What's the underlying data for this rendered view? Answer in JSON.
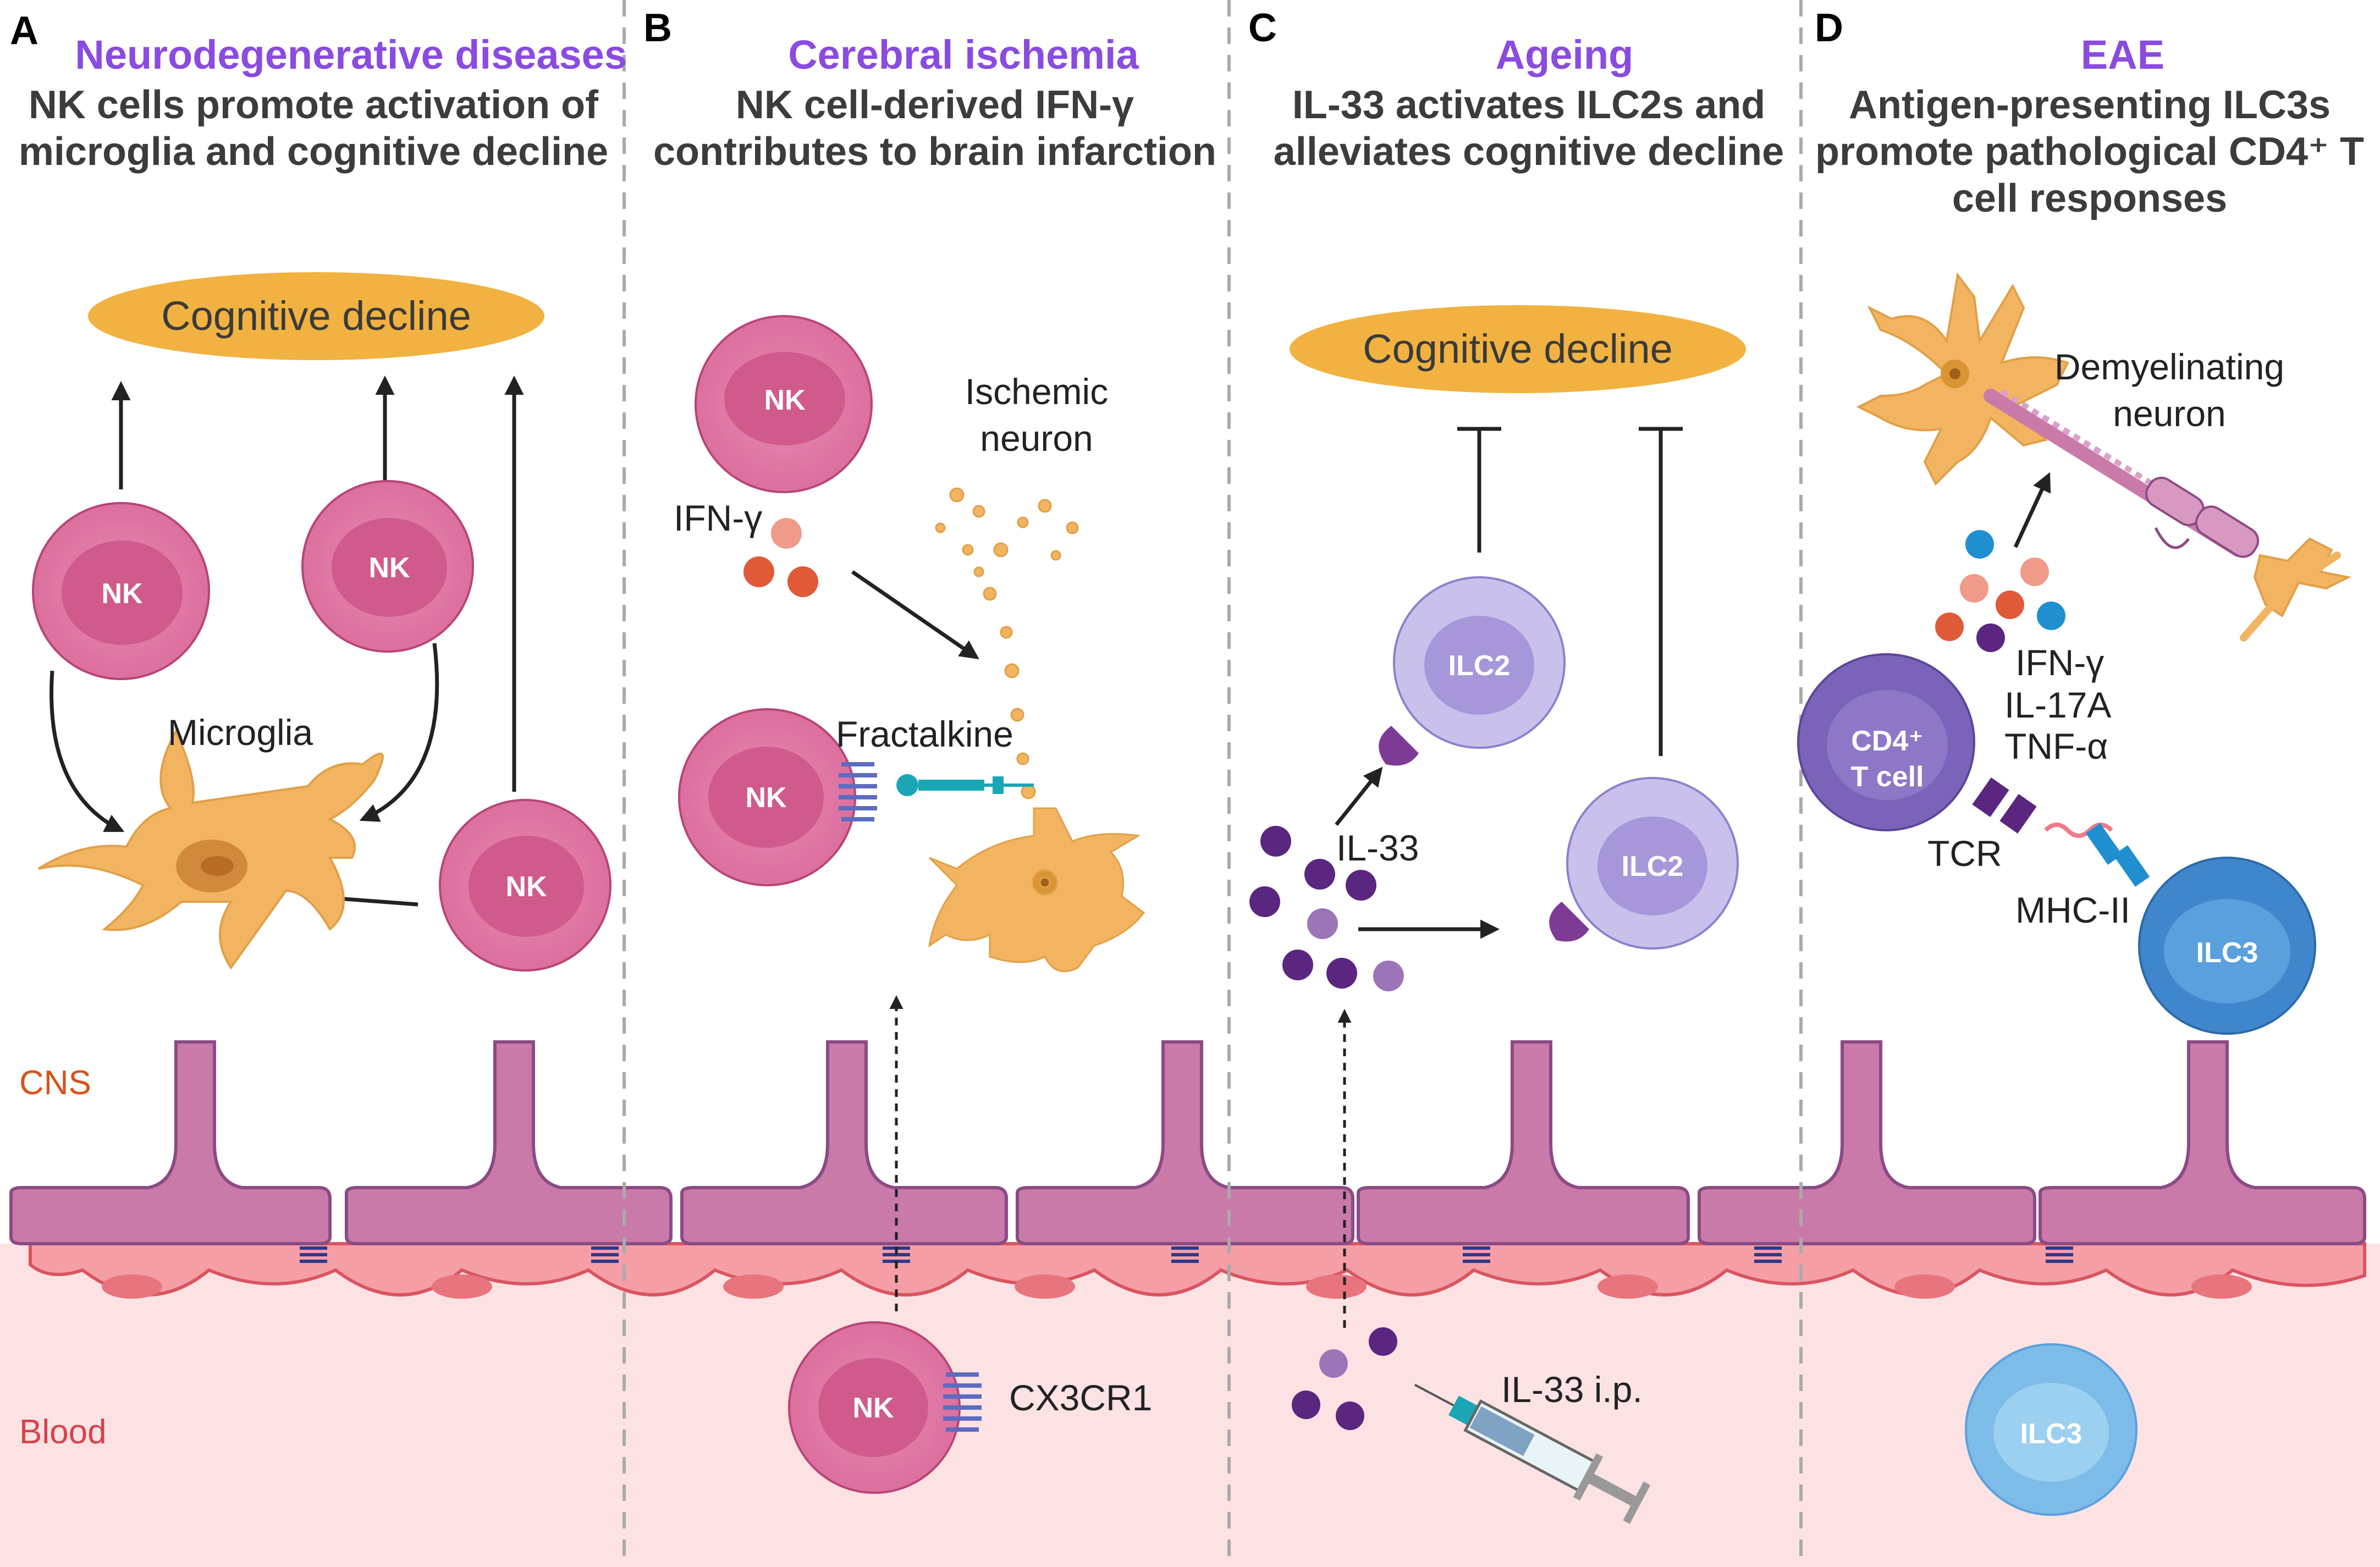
{
  "colors": {
    "purple_title": "#8a4be0",
    "nk_pink": "#d05a8c",
    "microglia": "#f3b461",
    "ilc2": "#b6a9e0",
    "ilc3": "#4b8fd1",
    "cd4": "#7a63b8",
    "blood_bg": "#fde2e4",
    "endothelium": "#f5a0a5",
    "astro": "#c77aa8",
    "cognitive": "#f1b241"
  },
  "panels": [
    {
      "letter": "A",
      "title": "Neurodegenerative diseases",
      "subtitle_lines": [
        "NK cells promote activation of",
        "microglia and cognitive decline"
      ],
      "outcome": "Cognitive decline",
      "cells": [
        "NK",
        "NK",
        "NK"
      ],
      "microglia_label": "Microglia"
    },
    {
      "letter": "B",
      "title": "Cerebral ischemia",
      "subtitle_lines": [
        "NK cell-derived IFN-γ",
        "contributes to brain infarction"
      ],
      "cells": [
        "NK",
        "NK",
        "NK"
      ],
      "ifn_label": "IFN-γ",
      "neuron_label_lines": [
        "Ischemic",
        "neuron"
      ],
      "fractalkine_label": "Fractalkine",
      "receptor_label": "CX3CR1"
    },
    {
      "letter": "C",
      "title": "Ageing",
      "subtitle_lines": [
        "IL-33 activates ILC2s and",
        "alleviates cognitive decline"
      ],
      "outcome": "Cognitive decline",
      "cells": [
        "ILC2",
        "ILC2"
      ],
      "il33_label": "IL-33",
      "injection_label": "IL-33 i.p."
    },
    {
      "letter": "D",
      "title": "EAE",
      "subtitle_lines": [
        "Antigen-presenting ILC3s",
        "promote pathological CD4⁺ T",
        "cell responses"
      ],
      "neuron_label_lines": [
        "Demyelinating",
        "neuron"
      ],
      "cytokines": [
        "IFN-γ",
        "IL-17A",
        "TNF-α"
      ],
      "cd4_lines": [
        "CD4⁺",
        "T cell"
      ],
      "tcr_label": "TCR",
      "mhc_label": "MHC-II",
      "cells": [
        "ILC3",
        "ILC3"
      ]
    }
  ],
  "compartments": {
    "cns": "CNS",
    "blood": "Blood"
  }
}
